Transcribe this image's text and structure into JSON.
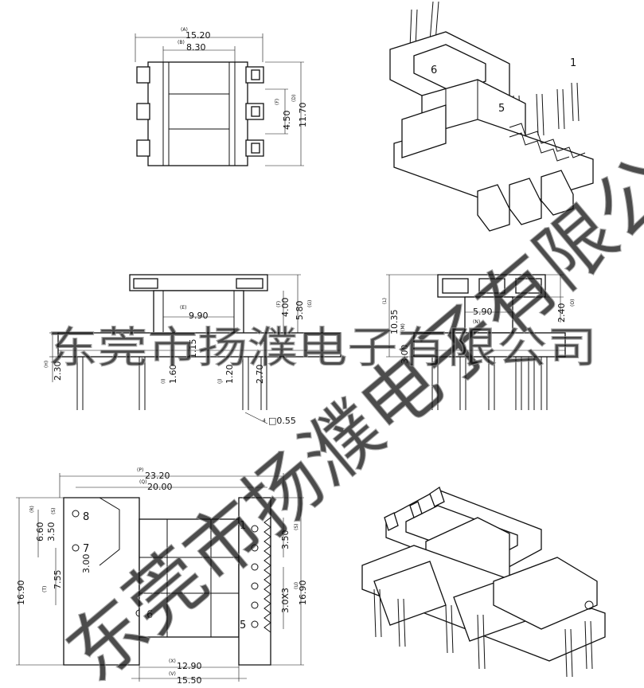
{
  "dims": {
    "top_A": "15.20",
    "top_A_tag": "(A)",
    "top_B": "8.30",
    "top_B_tag": "(B)",
    "top_F": "4.50",
    "top_F_tag": "(F)",
    "top_D": "11.70",
    "top_D_tag": "(D)",
    "side_E": "9.90",
    "side_E_tag": "(E)",
    "side_F": "4.00",
    "side_F_tag": "(F)",
    "side_G": "5.80",
    "side_G_tag": "(G)",
    "side_H": "2.30",
    "side_H_tag": "(H)",
    "side_I": "1.60",
    "side_I_tag": "(I)",
    "side_115": "1.15",
    "side_J": "1.20",
    "side_J_tag": "(J)",
    "side_270": "2.70",
    "side_pin": "□0.55",
    "side_pin_tag": "4",
    "end_L": "10.35",
    "end_L_tag": "(L)",
    "end_N": "5.90",
    "end_N_tag": "(N)",
    "end_O": "2.40",
    "end_O_tag": "(O)",
    "end_M": "3.00",
    "end_M_tag": "(M)",
    "bot_P": "23.20",
    "bot_P_tag": "(P)",
    "bot_Q": "20.00",
    "bot_Q_tag": "(Q)",
    "bot_R": "6.60",
    "bot_R_tag": "(R)",
    "bot_S": "3.50",
    "bot_S_tag": "(S)",
    "bot_S2": "3.50",
    "bot_S2_tag": "(S)",
    "bot_T": "7.55",
    "bot_T_tag": "(T)",
    "bot_U": "3.0X3",
    "bot_U_tag": "(U)",
    "bot_left": "16.90",
    "bot_right": "16.90",
    "bot_300": "3.00",
    "bot_X": "12.90",
    "bot_X_tag": "(X)",
    "bot_V": "15.50",
    "bot_V_tag": "(V)"
  },
  "pins": {
    "iso_top_6": "6",
    "iso_top_5": "5",
    "iso_top_1": "1",
    "bot_8": "8",
    "bot_7": "7",
    "bot_6": "6",
    "bot_5": "5",
    "bot_1": "1"
  },
  "watermark": {
    "diagonal": "东莞市扬濮电子有限公司",
    "horizontal": "东莞市扬濮电子有限公司"
  },
  "colors": {
    "line": "#111111",
    "watermark": "#8a8a8a",
    "background": "#ffffff"
  }
}
